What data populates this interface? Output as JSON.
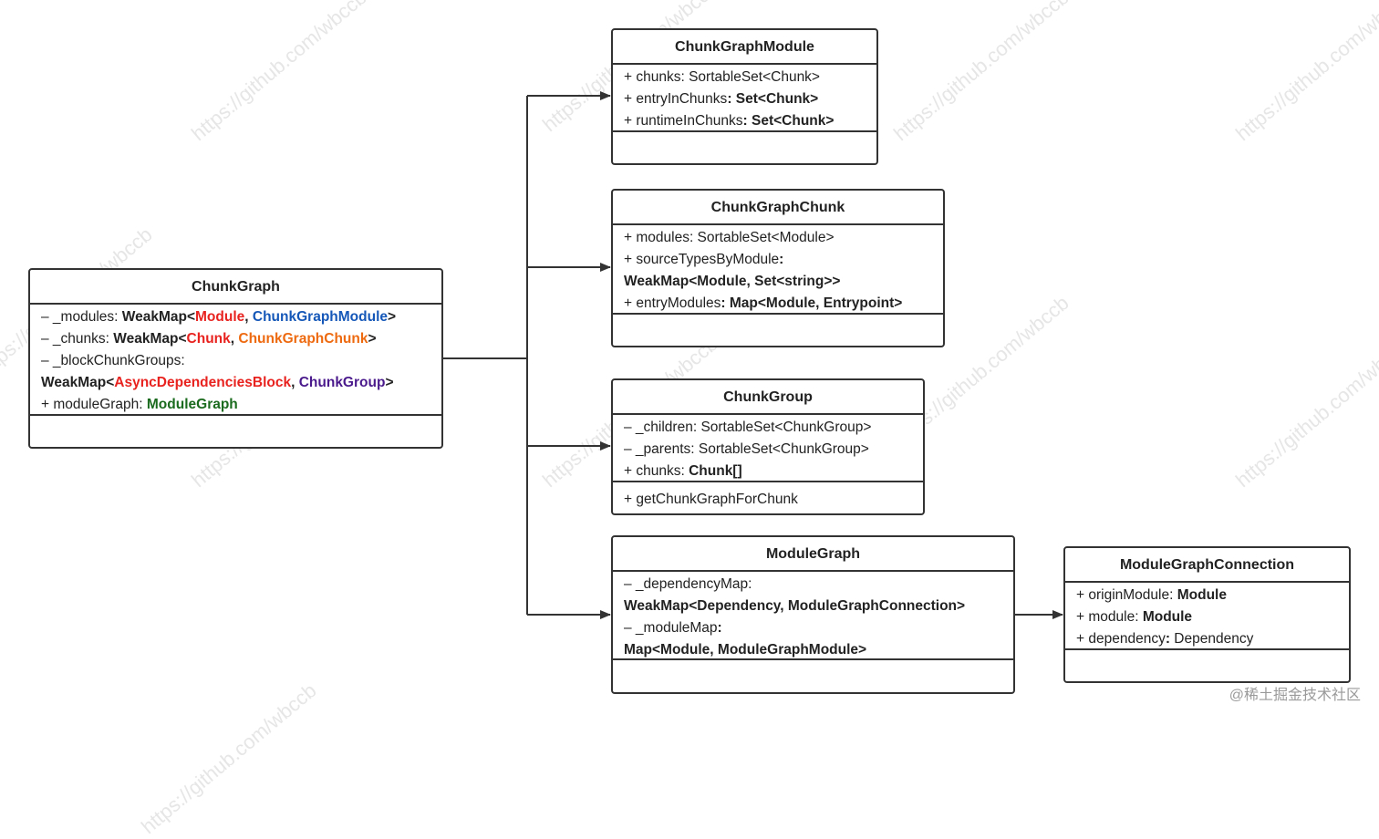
{
  "colors": {
    "line": "#333333",
    "text": "#222222",
    "red": "#e8231f",
    "blue": "#1457b8",
    "orange": "#ee6a10",
    "purple": "#4a1a8c",
    "green": "#1b6b1e",
    "watermark": "#e6e6e6"
  },
  "watermark_text": "https://github.com/wbccb",
  "corner_tag": "@稀土掘金技术社区",
  "boxes": {
    "chunk_graph": {
      "title": "ChunkGraph",
      "l1_pre": "– _modules: ",
      "l1_map": "WeakMap<",
      "l1_k": "Module",
      "l1_sep": ", ",
      "l1_v": "ChunkGraphModule",
      "l1_end": ">",
      "l2_pre": "– _chunks: ",
      "l2_map": "WeakMap<",
      "l2_k": "Chunk",
      "l2_sep": ", ",
      "l2_v": "ChunkGraphChunk",
      "l2_end": ">",
      "l3": "– _blockChunkGroups:",
      "l4_map": "WeakMap<",
      "l4_k": "AsyncDependenciesBlock",
      "l4_sep": ", ",
      "l4_v": "ChunkGroup",
      "l4_end": ">",
      "l5_pre": "+ moduleGraph: ",
      "l5_v": "ModuleGraph"
    },
    "chunk_graph_module": {
      "title": "ChunkGraphModule",
      "l1": "+ chunks: SortableSet<Chunk>",
      "l2_pre": "+ entryInChunks",
      "l2_b": ": Set<Chunk>",
      "l3_pre": "+ runtimeInChunks",
      "l3_b": ": Set<Chunk>"
    },
    "chunk_graph_chunk": {
      "title": "ChunkGraphChunk",
      "l1": "+ modules: SortableSet<Module>",
      "l2_pre": "+ sourceTypesByModule",
      "l2_b": ":",
      "l3": " WeakMap<Module, Set<string>>",
      "l4_pre": "+ entryModules",
      "l4_b": ": Map<Module, Entrypoint>"
    },
    "chunk_group": {
      "title": "ChunkGroup",
      "l1": "– _children: SortableSet<ChunkGroup>",
      "l2": "– _parents: SortableSet<ChunkGroup>",
      "l3_pre": "+ chunks: ",
      "l3_b": "Chunk[]",
      "op1": "+ getChunkGraphForChunk"
    },
    "module_graph": {
      "title": "ModuleGraph",
      "l1": "– _dependencyMap:",
      "l2": "WeakMap<Dependency, ModuleGraphConnection>",
      "l3_pre": "– _moduleMap",
      "l3_b": ":",
      "l4": "Map<Module, ModuleGraphModule>"
    },
    "module_graph_connection": {
      "title": "ModuleGraphConnection",
      "l1_pre": "+ originModule: ",
      "l1_b": "Module",
      "l2_pre": "+ module: ",
      "l2_b": "Module",
      "l3_pre": "+ dependency",
      "l3_b": ":",
      "l3_post": " Dependency"
    }
  }
}
